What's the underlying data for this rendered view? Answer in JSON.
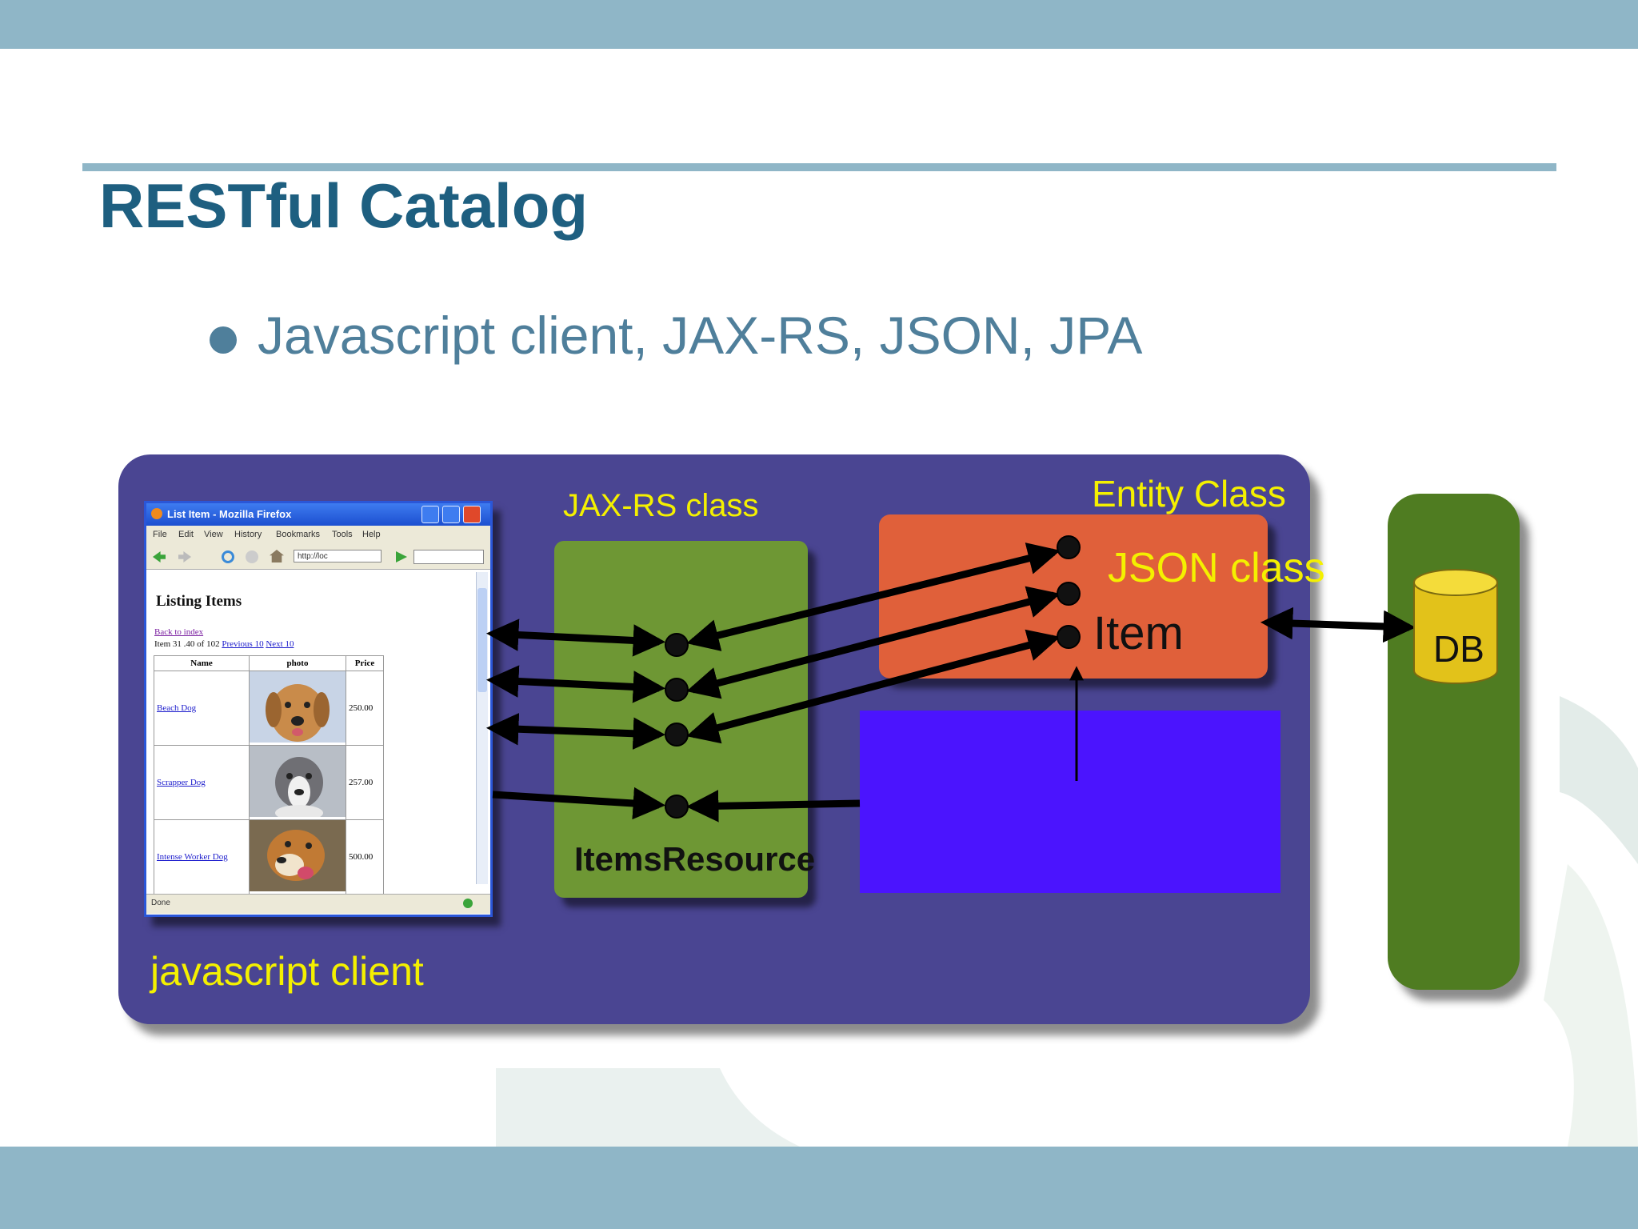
{
  "slide": {
    "title": "RESTful Catalog",
    "bullet": "Javascript client, JAX-RS, JSON, JPA"
  },
  "diagram": {
    "jaxrs_label": "JAX-RS class",
    "entity_label": "Entity Class",
    "json_label": "JSON class",
    "item_label": "Item",
    "resource_label": "ItemsResource",
    "client_label": "javascript client",
    "db_label": "DB"
  },
  "browser": {
    "title": "List Item - Mozilla Firefox",
    "menu": [
      "File",
      "Edit",
      "View",
      "History",
      "Bookmarks",
      "Tools",
      "Help"
    ],
    "address": "http://loc",
    "page_heading": "Listing Items",
    "back_link": "Back to index",
    "paging_text": "Item 31 .40 of 102",
    "prev_link": "Previous 10",
    "next_link": "Next 10",
    "columns": [
      "Name",
      "photo",
      "Price"
    ],
    "rows": [
      {
        "name": "Beach Dog",
        "price": "250.00"
      },
      {
        "name": "Scrapper Dog",
        "price": "257.00"
      },
      {
        "name": "Intense Worker Dog",
        "price": "500.00"
      }
    ],
    "status": "Done"
  },
  "colors": {
    "band": "#8fb6c7",
    "title": "#1e5f80",
    "app_panel": "#4a4592",
    "resource": "#6e9734",
    "entity": "#e0603a",
    "db_panel": "#4f7c21",
    "label_yellow": "#f4f000",
    "cover": "#4b14fe"
  }
}
